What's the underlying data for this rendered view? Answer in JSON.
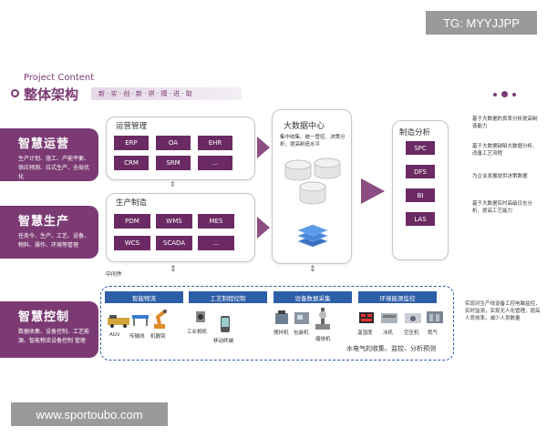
{
  "watermark_top": "TG: MYYJJPP",
  "watermark_bottom": "www.sportoubo.com",
  "header": {
    "subtitle": "Project Content",
    "title": "整体架构",
    "tagline": "新 · 实 · 创 · 新 · 拼 · 搏 · 进 · 取"
  },
  "left": [
    {
      "title": "智慧运营",
      "desc": "生产计划、施工、产能平衡、供应预测、拉式生产、全局优化"
    },
    {
      "title": "智慧生产",
      "desc": "任务令、生产、工艺、设备、物料、操作、环境等管理"
    },
    {
      "title": "智慧控制",
      "desc": "数据收集、设备控制、工艺能源、智能物流设备控制 管理"
    }
  ],
  "ops": {
    "title": "运营管理",
    "items": [
      "ERP",
      "OA",
      "EHR",
      "CRM",
      "SRM",
      "..."
    ]
  },
  "prod": {
    "title": "生产制造",
    "items": [
      "PDM",
      "WMS",
      "MES",
      "WCS",
      "SCADA",
      "..."
    ]
  },
  "middleware": "中间件",
  "bigdata": {
    "title": "大数据中心",
    "desc": "集中收集、统一管控、决策分析、提高制造水平"
  },
  "analysis": {
    "title": "制造分析",
    "items": [
      "SPC",
      "DFS",
      "BI",
      "LAS"
    ]
  },
  "right_notes": [
    "基于大数据的良率分析提高制造能力",
    "基于大数据缺陷大数据分析、改善工艺流程",
    "为企业发展提供决策数据",
    "基于大数据实时高级日志分析、提高工艺能力"
  ],
  "control": {
    "headers": [
      "智能物流",
      "工艺制程控制",
      "设备数据采集",
      "环境能源监控"
    ],
    "logistics": [
      "AGV",
      "传输线",
      "机器臂"
    ],
    "process": [
      "工业相机",
      "移动终端"
    ],
    "equip": [
      "搅拌机",
      "包装机",
      "缠绕机"
    ],
    "env": [
      "温湿度",
      "冰机",
      "空压机",
      "氮气"
    ],
    "env_caption": "水电气的收集、监控、分析预测",
    "note": "实现对生产线设备工控电脑监控，实时监测，实现无人化管理，提高人员效率，减少人员数量"
  },
  "colors": {
    "purple": "#7b3a73",
    "blue": "#2d5ea8",
    "dark_purple": "#6b2a63"
  }
}
